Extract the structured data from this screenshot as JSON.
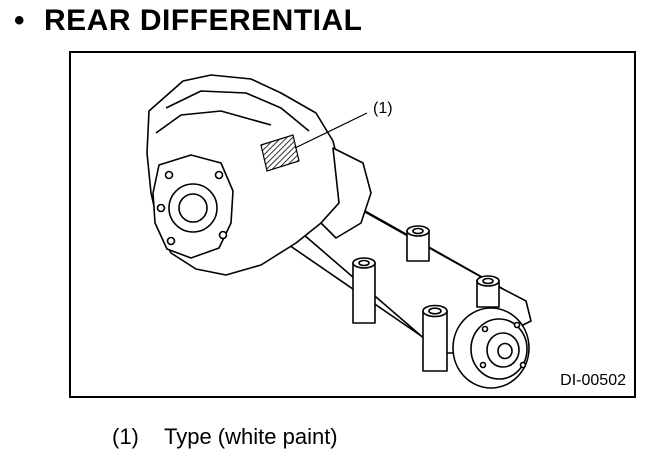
{
  "heading": {
    "bullet": "•",
    "title": "REAR DIFFERENTIAL"
  },
  "figure": {
    "callout_label": "(1)",
    "figure_id": "DI-00502",
    "illustration_icon": "rear-differential-illustration"
  },
  "legend": {
    "items": [
      {
        "number": "(1)",
        "text": "Type (white paint)"
      }
    ]
  }
}
